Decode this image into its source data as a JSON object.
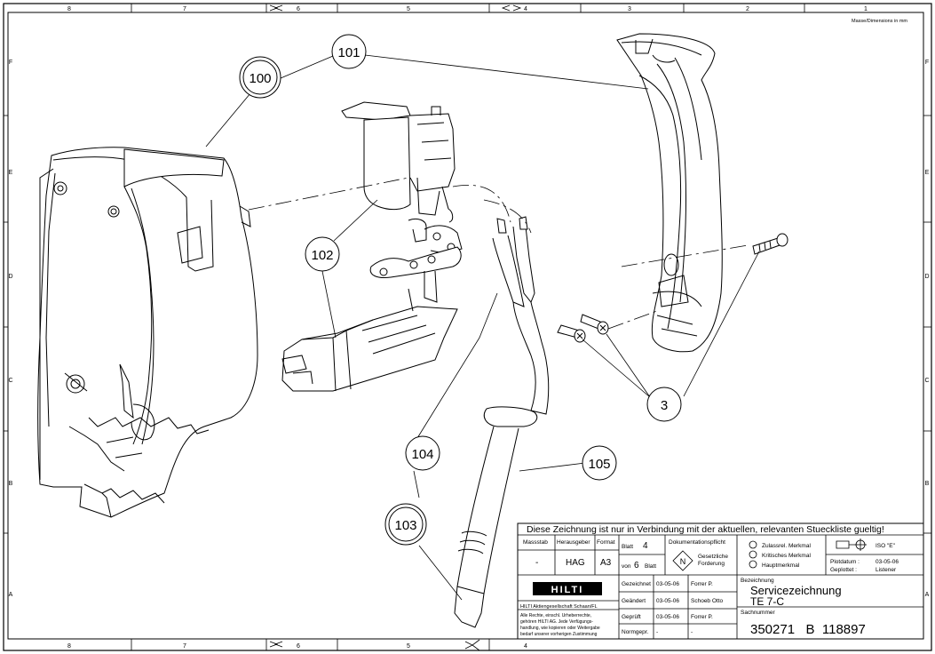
{
  "frame": {
    "top_zones": [
      "8",
      "7",
      "6",
      "5",
      "4",
      "3",
      "2",
      "1"
    ],
    "bottom_zones": [
      "8",
      "7",
      "6",
      "5",
      "4"
    ],
    "left_rows": [
      "F",
      "E",
      "D",
      "C",
      "B",
      "A"
    ],
    "right_rows": [
      "F",
      "E",
      "D",
      "C",
      "B",
      "A"
    ],
    "dimensions_note": "Masse/Dimensions in mm"
  },
  "callouts": {
    "c100": "100",
    "c101": "101",
    "c102": "102",
    "c103": "103",
    "c104": "104",
    "c105": "105",
    "c3": "3"
  },
  "title_block": {
    "notice": "Diese Zeichnung ist nur in Verbindung mit der aktuellen, relevanten Stueckliste gueltig!",
    "massstab_label": "Massstab",
    "massstab_value": "-",
    "herausgeber_label": "Herausgeber",
    "herausgeber_value": "HAG",
    "format_label": "Format",
    "format_value": "A3",
    "blatt_label": "Blatt",
    "blatt_value": "4",
    "von_label": "von",
    "von_value": "6",
    "von_suffix": "Blatt",
    "doku_label": "Dokumentationspflicht",
    "doku_symbol": "N",
    "gesetz_line1": "Gesetzliche",
    "gesetz_line2": "Forderung",
    "merkmal1": "Zulassrel. Merkmal",
    "merkmal2": "Kritisches Merkmal",
    "merkmal3": "Hauptmerkmal",
    "iso_label": "ISO \"E\"",
    "plotdatum_label": "Plotdatum :",
    "plotdatum_value": "03-05-06",
    "geplottet_label": "Geplottet :",
    "geplottet_value": "Listener",
    "logo": "HILTI",
    "company": "HILTI Aktiengesellschaft Schaan/FL",
    "rights_line1": "Alle Rechte, einschl. Urheberrechte,",
    "rights_line2": "gehören HILTI AG. Jede Verfügungs-",
    "rights_line3": "handlung, wie kopieren oder Weitergabe",
    "rights_line4": "bedarf unserer vorherigen Zustimmung",
    "gezeichnet_label": "Gezeichnet",
    "gezeichnet_date": "03-05-06",
    "gezeichnet_name": "Forrer P.",
    "geaendert_label": "Geändert",
    "geaendert_date": "03-05-06",
    "geaendert_name": "Schoeb Otto",
    "geprueft_label": "Geprüft",
    "geprueft_date": "03-05-06",
    "geprueft_name": "Forrer P.",
    "normgepr_label": "Normgepr.",
    "normgepr_date": "-",
    "normgepr_name": "-",
    "bezeichnung_label": "Bezeichnung",
    "bezeichnung_line1": "Servicezeichnung",
    "bezeichnung_line2": "TE 7-C",
    "sachnummer_label": "Sachnummer",
    "sachnummer_value": "350271   B  118897"
  }
}
